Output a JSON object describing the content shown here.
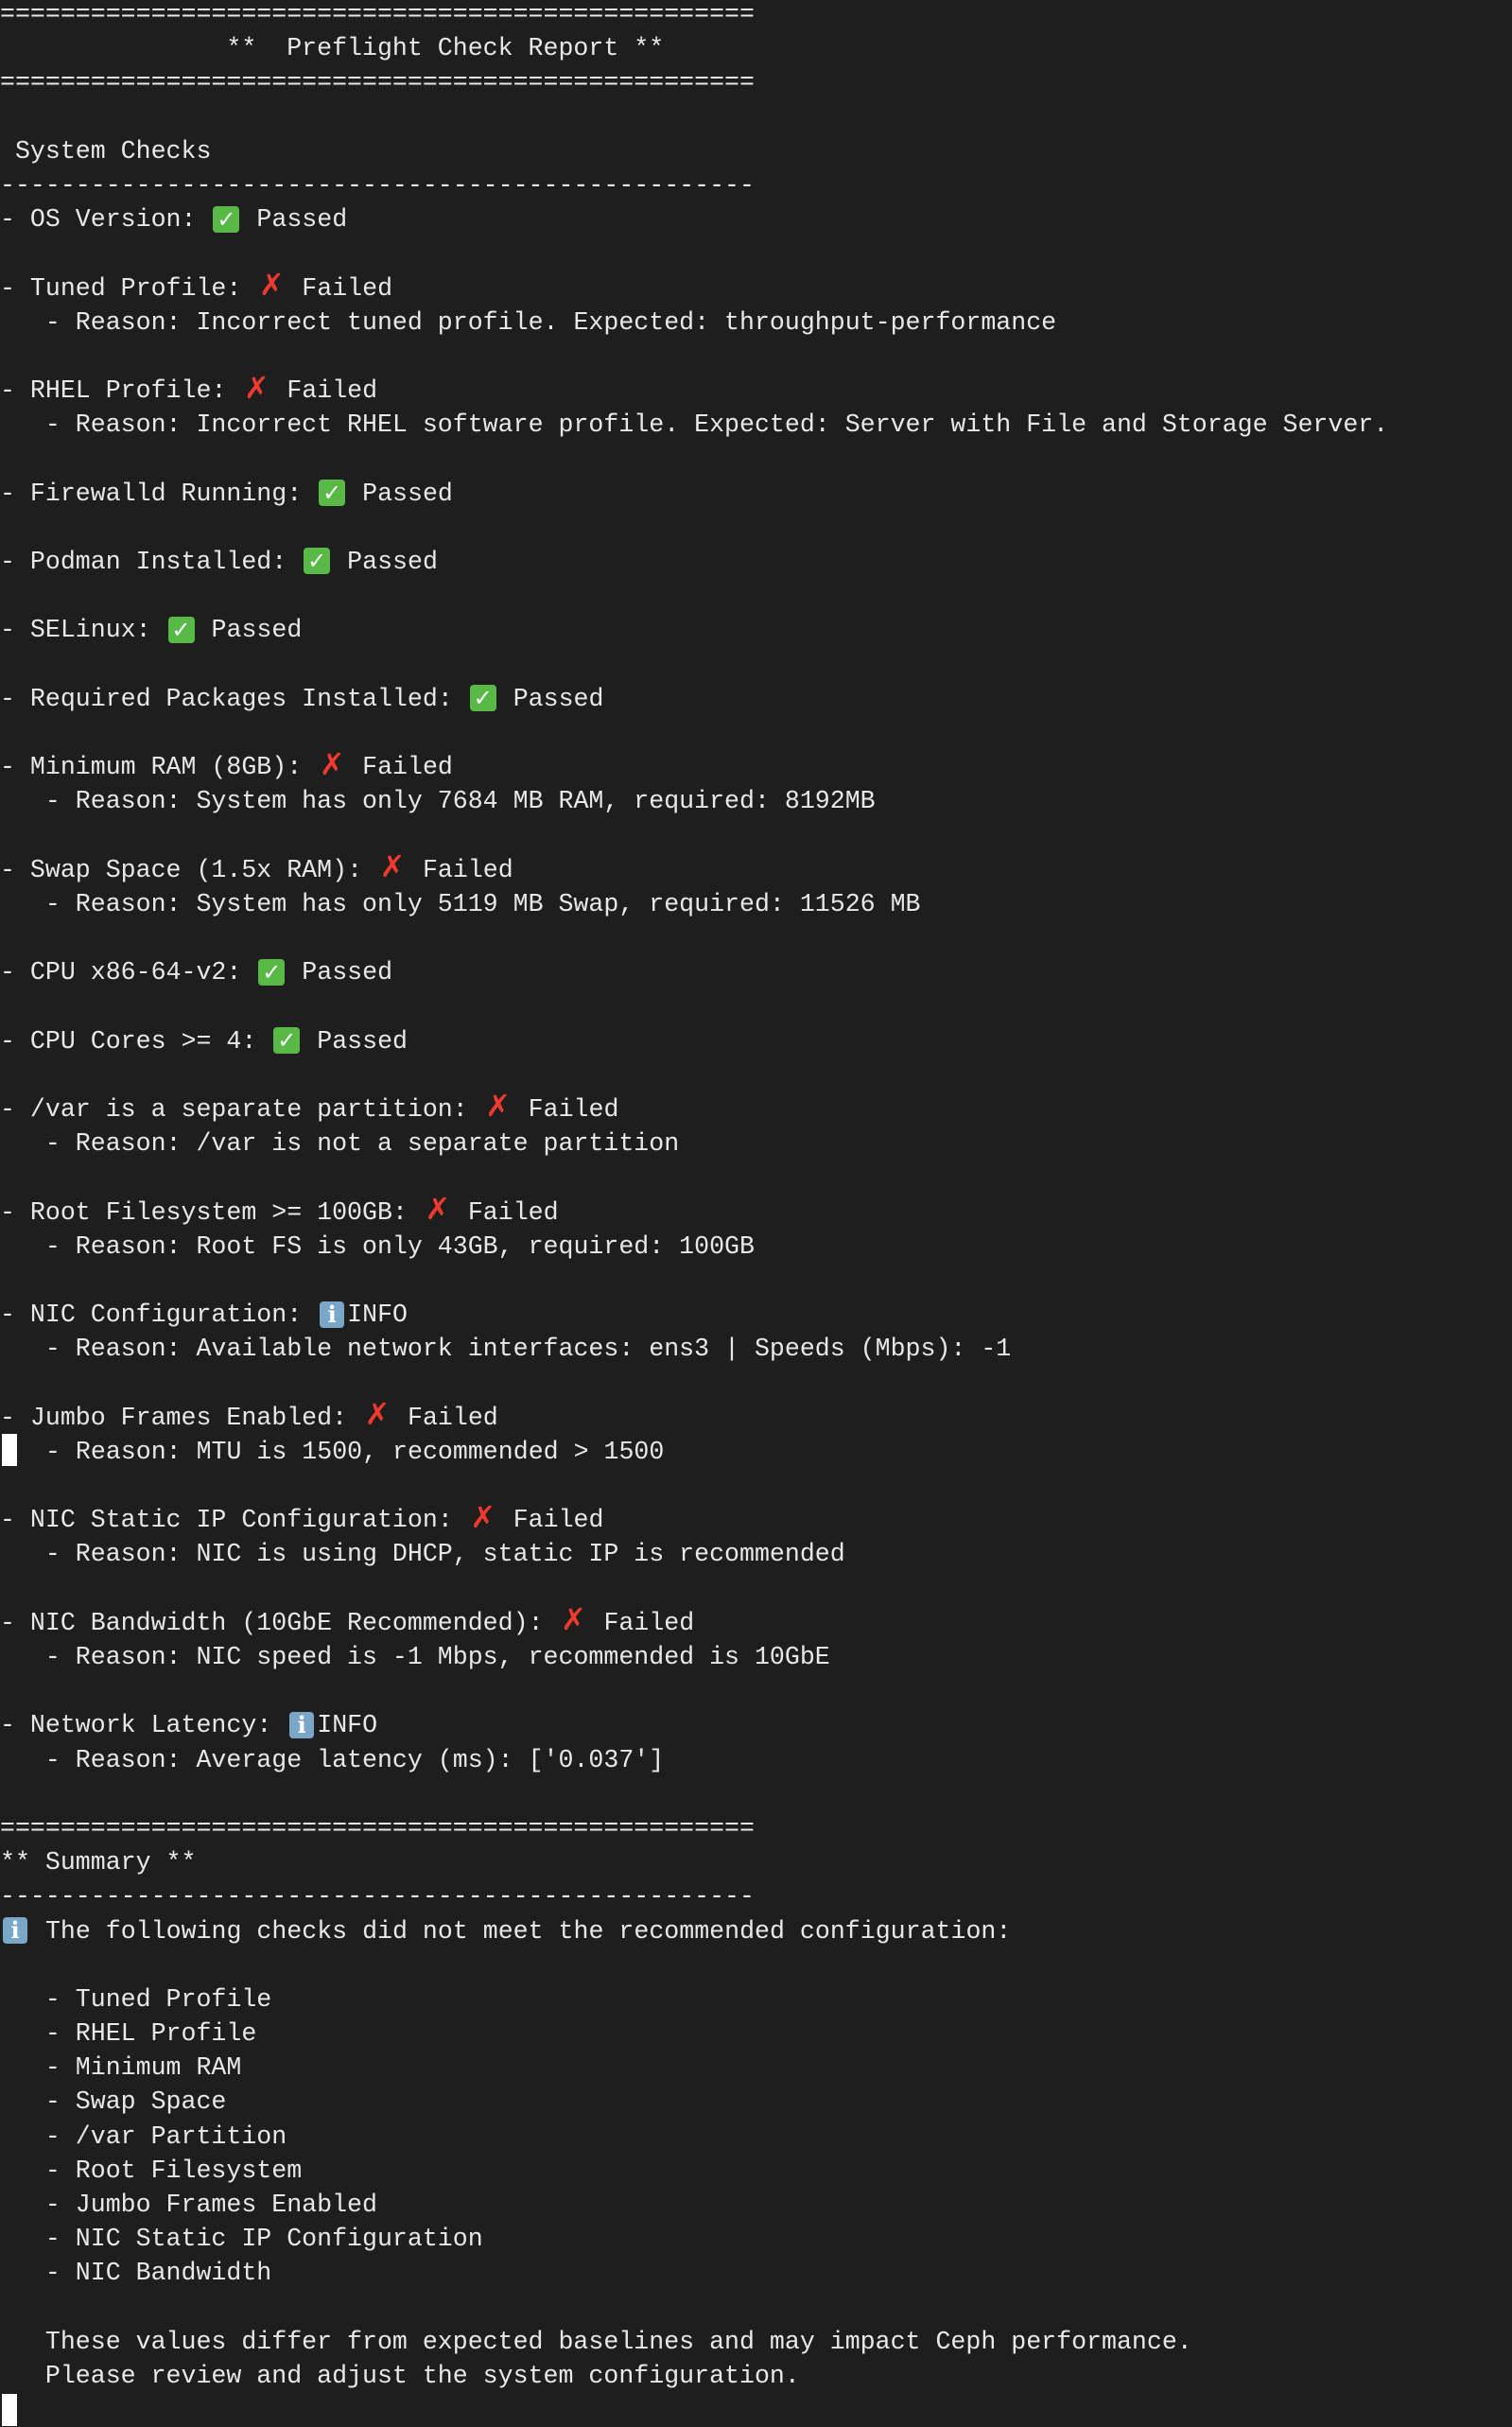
{
  "separator_eq": "==================================================",
  "separator_dash": "--------------------------------------------------",
  "title": "               **  Preflight Check Report **",
  "section_title": " System Checks",
  "reason_prefix": "   - Reason: ",
  "colors": {
    "background": "#1e1e1e",
    "text": "#e8e8e8",
    "pass": "#58b947",
    "fail": "#f03a2e",
    "info": "#7aa6c8"
  },
  "checks": [
    {
      "name": "OS Version",
      "status": "pass",
      "status_label": "Passed"
    },
    {
      "name": "Tuned Profile",
      "status": "fail",
      "status_label": "Failed",
      "reason": "Incorrect tuned profile. Expected: throughput-performance"
    },
    {
      "name": "RHEL Profile",
      "status": "fail",
      "status_label": "Failed",
      "reason": "Incorrect RHEL software profile. Expected: Server with File and Storage Server."
    },
    {
      "name": "Firewalld Running",
      "status": "pass",
      "status_label": "Passed"
    },
    {
      "name": "Podman Installed",
      "status": "pass",
      "status_label": "Passed"
    },
    {
      "name": "SELinux",
      "status": "pass",
      "status_label": "Passed"
    },
    {
      "name": "Required Packages Installed",
      "status": "pass",
      "status_label": "Passed"
    },
    {
      "name": "Minimum RAM (8GB)",
      "status": "fail",
      "status_label": "Failed",
      "reason": "System has only 7684 MB RAM, required: 8192MB"
    },
    {
      "name": "Swap Space (1.5x RAM)",
      "status": "fail",
      "status_label": "Failed",
      "reason": "System has only 5119 MB Swap, required: 11526 MB"
    },
    {
      "name": "CPU x86-64-v2",
      "status": "pass",
      "status_label": "Passed"
    },
    {
      "name": "CPU Cores >= 4",
      "status": "pass",
      "status_label": "Passed"
    },
    {
      "name": "/var is a separate partition",
      "status": "fail",
      "status_label": "Failed",
      "reason": "/var is not a separate partition"
    },
    {
      "name": "Root Filesystem >= 100GB",
      "status": "fail",
      "status_label": "Failed",
      "reason": "Root FS is only 43GB, required: 100GB"
    },
    {
      "name": "NIC Configuration",
      "status": "info",
      "status_label": "INFO",
      "reason": "Available network interfaces: ens3 | Speeds (Mbps): -1"
    },
    {
      "name": "Jumbo Frames Enabled",
      "status": "fail",
      "status_label": "Failed",
      "reason": "MTU is 1500, recommended > 1500",
      "cursor": true
    },
    {
      "name": "NIC Static IP Configuration",
      "status": "fail",
      "status_label": "Failed",
      "reason": "NIC is using DHCP, static IP is recommended"
    },
    {
      "name": "NIC Bandwidth (10GbE Recommended)",
      "status": "fail",
      "status_label": "Failed",
      "reason": "NIC speed is -1 Mbps, recommended is 10GbE"
    },
    {
      "name": "Network Latency",
      "status": "info",
      "status_label": "INFO",
      "reason": "Average latency (ms): ['0.037']"
    }
  ],
  "summary": {
    "title": "** Summary **",
    "intro": " The following checks did not meet the recommended configuration:",
    "items": [
      "Tuned Profile",
      "RHEL Profile",
      "Minimum RAM",
      "Swap Space",
      "/var Partition",
      "Root Filesystem",
      "Jumbo Frames Enabled",
      "NIC Static IP Configuration",
      "NIC Bandwidth"
    ],
    "footer": [
      "   These values differ from expected baselines and may impact Ceph performance.",
      "   Please review and adjust the system configuration."
    ]
  }
}
